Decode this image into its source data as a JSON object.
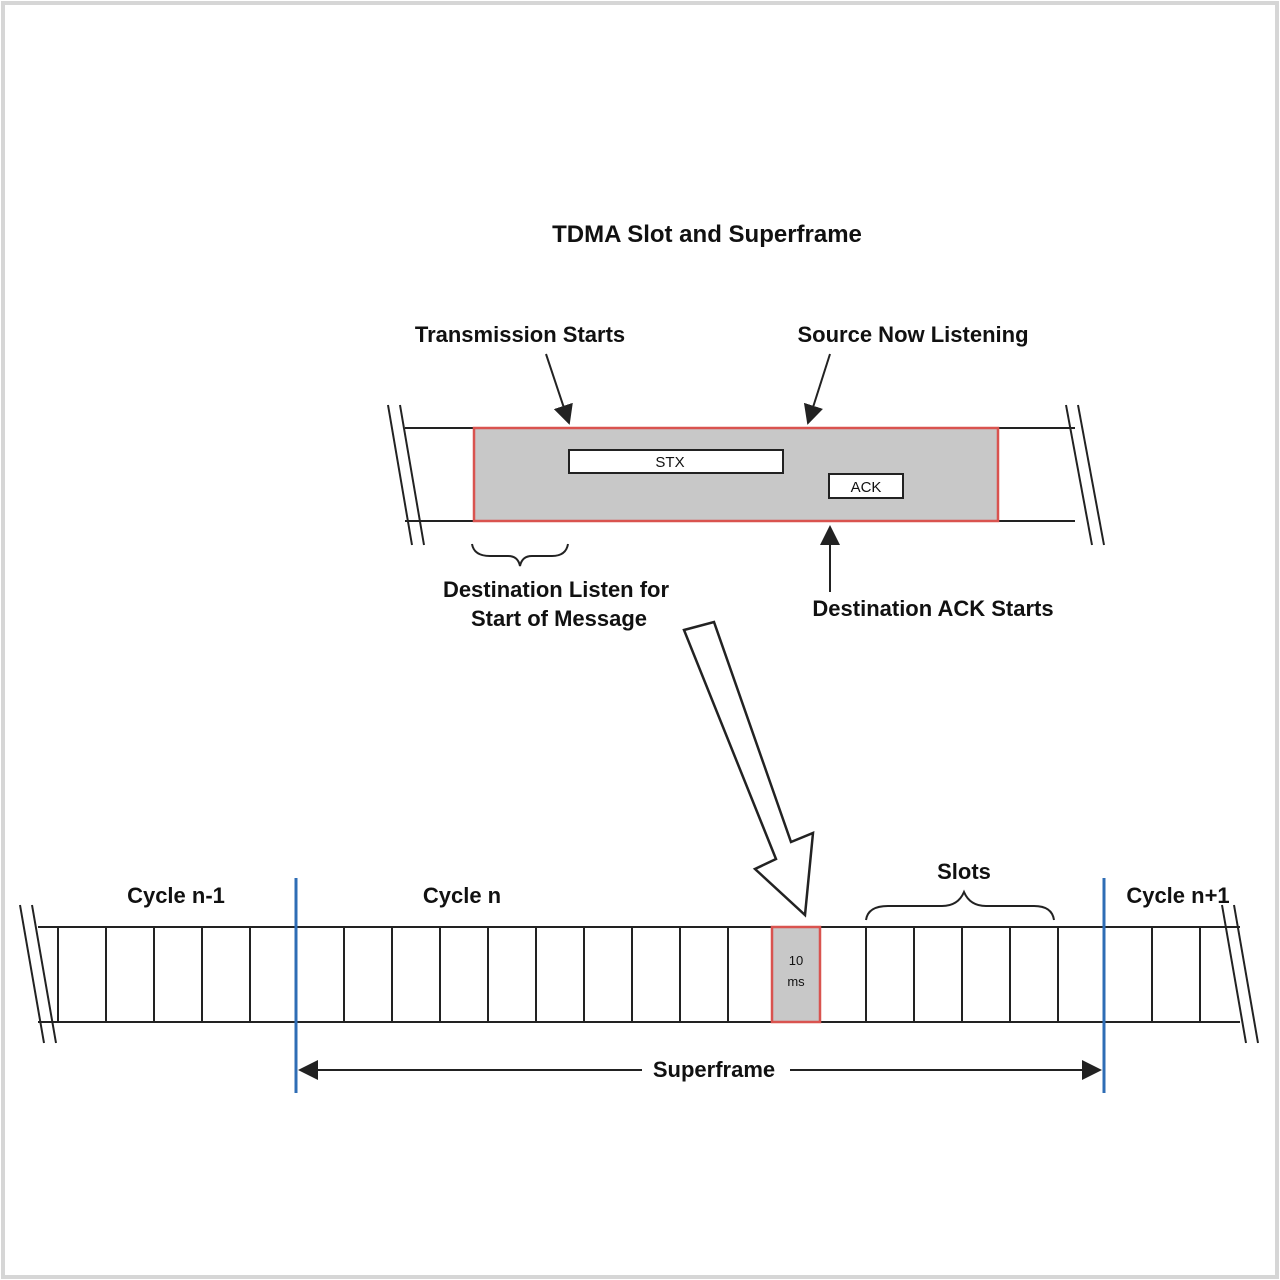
{
  "diagram": {
    "title": "TDMA Slot and Superframe",
    "colors": {
      "slot_fill": "#c8c8c8",
      "slot_border": "#d9534f",
      "cycle_divider": "#2f6db5",
      "line": "#222222",
      "frame_border": "#d6d6d6"
    },
    "slot_detail": {
      "transmission_starts": "Transmission Starts",
      "source_now_listening": "Source Now Listening",
      "stx": "STX",
      "ack": "ACK",
      "destination_listen_line1": "Destination Listen for",
      "destination_listen_line2": "Start of Message",
      "destination_ack_starts": "Destination ACK Starts"
    },
    "superframe_row": {
      "cycle_prev": "Cycle n-1",
      "cycle_current": "Cycle n",
      "cycle_next": "Cycle n+1",
      "slots": "Slots",
      "slot_value": "10",
      "slot_unit": "ms",
      "superframe": "Superframe"
    }
  }
}
